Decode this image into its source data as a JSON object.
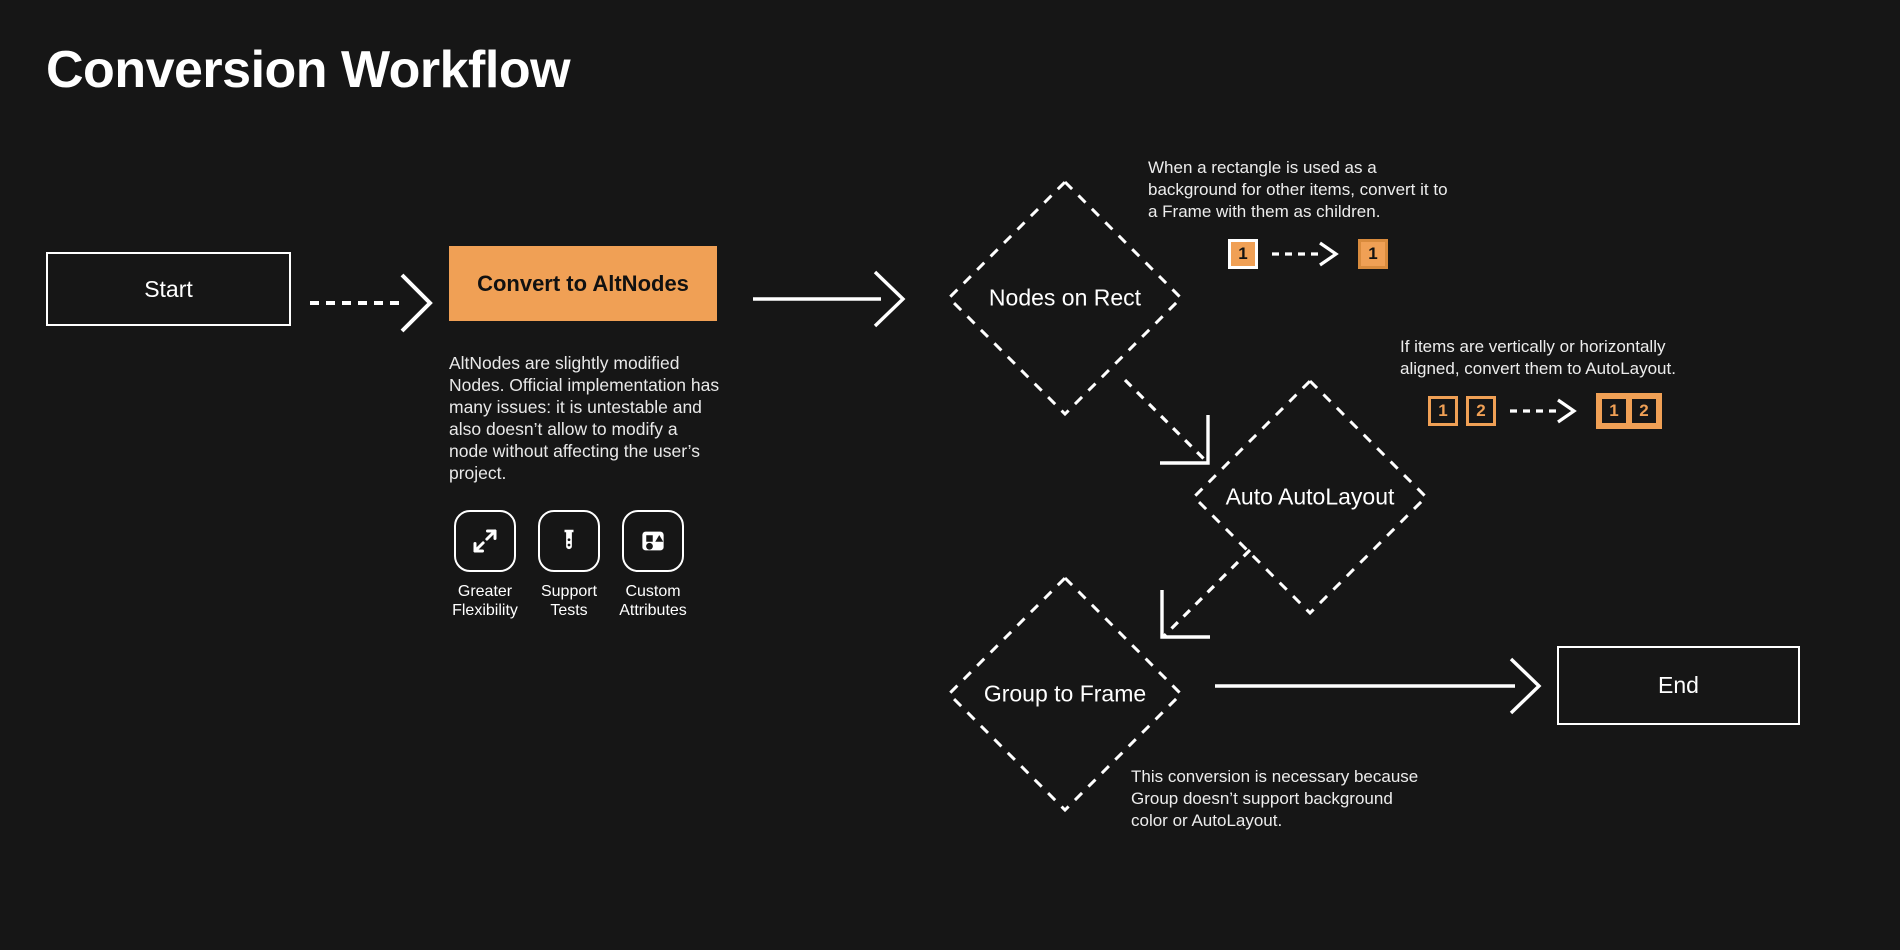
{
  "title": "Conversion Workflow",
  "theme": {
    "background": "#161616",
    "accent": "#f0a055",
    "stroke": "#ffffff",
    "text": "#ffffff"
  },
  "nodes": {
    "start": {
      "label": "Start",
      "shape": "rectangle"
    },
    "convert": {
      "label": "Convert to AltNodes",
      "shape": "rectangle",
      "fill": "#f0a055"
    },
    "nodes_on_rect": {
      "label": "Nodes on Rect",
      "shape": "diamond"
    },
    "auto_autolayout": {
      "label": "Auto AutoLayout",
      "shape": "diamond"
    },
    "group_to_frame": {
      "label": "Group to Frame",
      "shape": "diamond"
    },
    "end": {
      "label": "End",
      "shape": "rectangle"
    }
  },
  "convert_note": "AltNodes are slightly modified Nodes. Official implementation has many issues: it is untestable and also doesn’t allow to modify a node without affecting the user’s project.",
  "features": [
    {
      "icon": "expand-arrows-icon",
      "label": "Greater Flexibility"
    },
    {
      "icon": "test-tube-icon",
      "label": "Support Tests"
    },
    {
      "icon": "shapes-icon",
      "label": "Custom Attributes"
    }
  ],
  "annotations": {
    "nodes_on_rect": "When a rectangle is used as a background for other items, convert it to a Frame with them as children.",
    "auto_autolayout": "If items are vertically or horizontally aligned, convert them to AutoLayout.",
    "group_to_frame": "This conversion is necessary because Group doesn’t support background color or AutoLayout."
  },
  "badges": {
    "rect_before": [
      "1"
    ],
    "rect_after": [
      "1"
    ],
    "align_before": [
      "1",
      "2"
    ],
    "align_after": [
      "1",
      "2"
    ]
  },
  "edges": [
    {
      "from": "start",
      "to": "convert",
      "style": "dashed"
    },
    {
      "from": "convert",
      "to": "nodes_on_rect",
      "style": "solid"
    },
    {
      "from": "nodes_on_rect",
      "to": "auto_autolayout",
      "style": "dashed"
    },
    {
      "from": "auto_autolayout",
      "to": "group_to_frame",
      "style": "dashed"
    },
    {
      "from": "group_to_frame",
      "to": "end",
      "style": "solid"
    }
  ]
}
